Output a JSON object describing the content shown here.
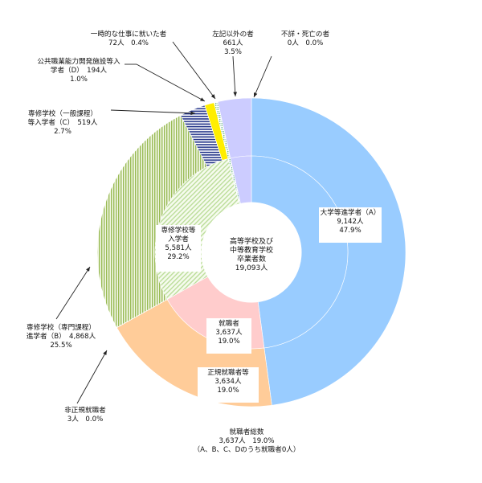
{
  "chart_data": {
    "type": "pie",
    "center": [
      "高等学校及び",
      "中等教育学校",
      "卒業者数",
      "19,093人"
    ],
    "outer_ring": [
      {
        "key": "university",
        "lines": [
          "大学等進学者（A）",
          "9,142人",
          "47.9%"
        ],
        "value": 47.9,
        "color": "#99ccff",
        "pattern": "solid"
      },
      {
        "key": "regular_employed",
        "lines": [
          "正規就職者等",
          "3,634人",
          "19.0%"
        ],
        "value": 19.0,
        "color": "#ffcc99",
        "pattern": "solid"
      },
      {
        "key": "irregular_employed",
        "lines": [
          "非正規就職者",
          "3人　0.0%"
        ],
        "value": 0.02,
        "color": "#ff9999",
        "pattern": "solid"
      },
      {
        "key": "vocational_specialized",
        "lines": [
          "専修学校（専門課程）",
          "進学者（B）　4,868人",
          "25.5%"
        ],
        "value": 25.5,
        "color": "#99bb55",
        "pattern": "vstripes"
      },
      {
        "key": "vocational_general",
        "lines": [
          "専修学校（一般課程）",
          "等入学者（C）　519人",
          "2.7%"
        ],
        "value": 2.7,
        "color": "#223388",
        "pattern": "hstripes"
      },
      {
        "key": "public_training",
        "lines": [
          "公共職業能力開発施設等入",
          "学者（D）　194人",
          "1.0%"
        ],
        "value": 1.0,
        "color": "#ffee00",
        "pattern": "solid"
      },
      {
        "key": "temporary_job",
        "lines": [
          "一時的な仕事に就いた者",
          "72人　0.4%"
        ],
        "value": 0.4,
        "color": "#55aa77",
        "pattern": "dots"
      },
      {
        "key": "others",
        "lines": [
          "左記以外の者",
          "661人",
          "3.5%"
        ],
        "value": 3.5,
        "color": "#ccccff",
        "pattern": "solid"
      },
      {
        "key": "unknown_dead",
        "lines": [
          "不詳・死亡の者",
          "0人　0.0%"
        ],
        "value": 0.0,
        "color": "#ffffff",
        "pattern": "solid"
      }
    ],
    "inner_ring": [
      {
        "key": "employed",
        "lines": [
          "就職者",
          "3,637人",
          "19.0%"
        ],
        "value": 19.0,
        "color": "#ffcccc",
        "pattern": "solid"
      },
      {
        "key": "vocational_entrants",
        "lines": [
          "専修学校等",
          "入学者",
          "5,581人",
          "29.2%"
        ],
        "value": 29.2,
        "color": "#bbdd99",
        "pattern": "diag"
      }
    ],
    "footer": [
      "就職者総数",
      "3,637人　19.0%",
      "（A、B、C、Dのうち就職者0人）"
    ]
  }
}
